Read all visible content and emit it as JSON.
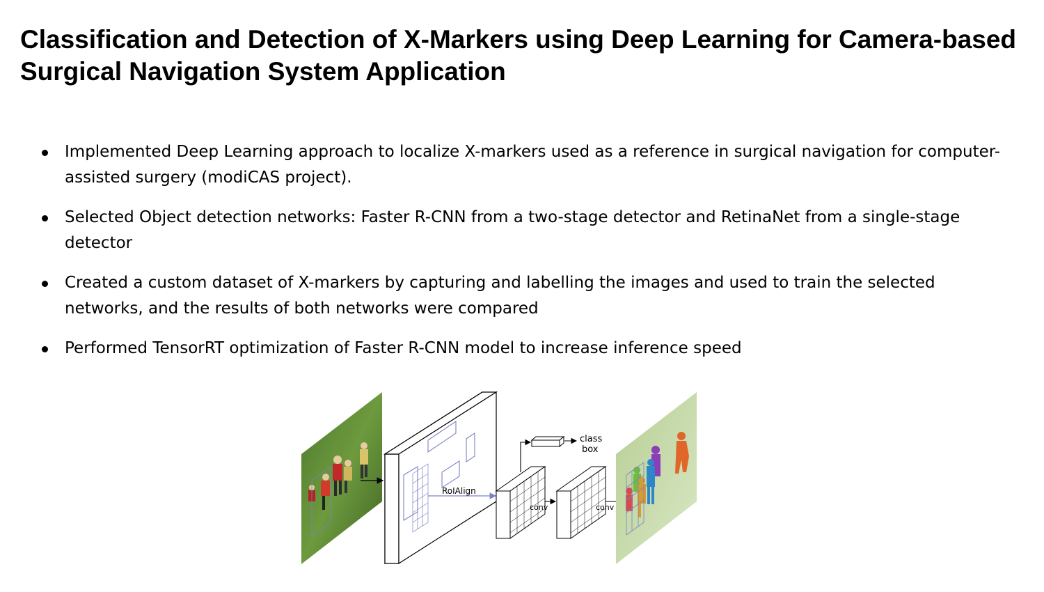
{
  "title": "Classification and Detection of X-Markers using Deep Learning for Camera-based Surgical Navigation System Application",
  "bullets": [
    "Implemented Deep Learning approach to localize X-markers used as a reference in surgical navigation for computer-assisted surgery (modiCAS project).",
    "Selected Object detection networks: Faster R-CNN from a two-stage detector and RetinaNet from a single-stage detector",
    "Created a custom dataset of X-markers by capturing and labelling the images and used to train the selected networks, and the results of both networks were compared",
    "Performed TensorRT optimization of Faster R-CNN model to increase inference speed"
  ],
  "figure": {
    "roialign_label": "RoIAlign",
    "conv_label_1": "conv",
    "conv_label_2": "conv",
    "class_label": "class",
    "box_label": "box",
    "colors": {
      "grass": "#5f8f3a",
      "grass_light": "#c9dcae",
      "roi_grid": "#7b82c4",
      "mask_orange": "#e0662a",
      "mask_blue": "#2c86c8",
      "mask_purple": "#8a3fb8",
      "mask_green": "#6bbf3a"
    }
  }
}
